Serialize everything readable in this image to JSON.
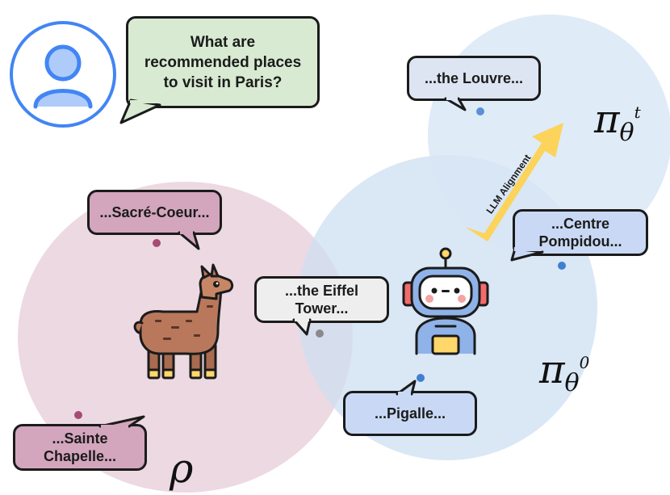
{
  "user_prompt": {
    "line1": "What are",
    "line2": "recommended places",
    "line3": "to visit in Paris?"
  },
  "responses": {
    "louvre": "...the Louvre...",
    "sacre_coeur": "...Sacré-Coeur...",
    "centre_line1": "...Centre",
    "centre_line2": "Pompidou...",
    "eiffel_line1": "...the Eiffel",
    "eiffel_line2": "Tower...",
    "pigalle": "...Pigalle...",
    "sainte_line1": "...Sainte",
    "sainte_line2": "Chapelle..."
  },
  "arrow_label": "LLM Alignment",
  "symbols": {
    "pi_aligned": "π",
    "pi_aligned_sub": "θ",
    "pi_aligned_sup": "t",
    "pi_base": "π",
    "pi_base_sub": "θ",
    "pi_base_sup": "0",
    "rho": "ρ"
  },
  "colors": {
    "rho_region": "#e8cfdb",
    "base_region": "#cddff2",
    "aligned_region": "#d7e6f5",
    "user_bubble": "#d8ead2",
    "pink_bubble": "#d3a6bd",
    "blue_bubble": "#c9d9f5",
    "light_blue_bubble": "#dde4f2",
    "gray_bubble": "#eeeeee",
    "arrow": "#fcd35b",
    "user_icon": "#4285f4",
    "pink_dot": "#a54b75",
    "blue_dot": "#3f7fcf",
    "gray_dot": "#8a8a8a"
  },
  "icons": [
    "user-avatar-icon",
    "llama-icon",
    "robot-icon"
  ]
}
